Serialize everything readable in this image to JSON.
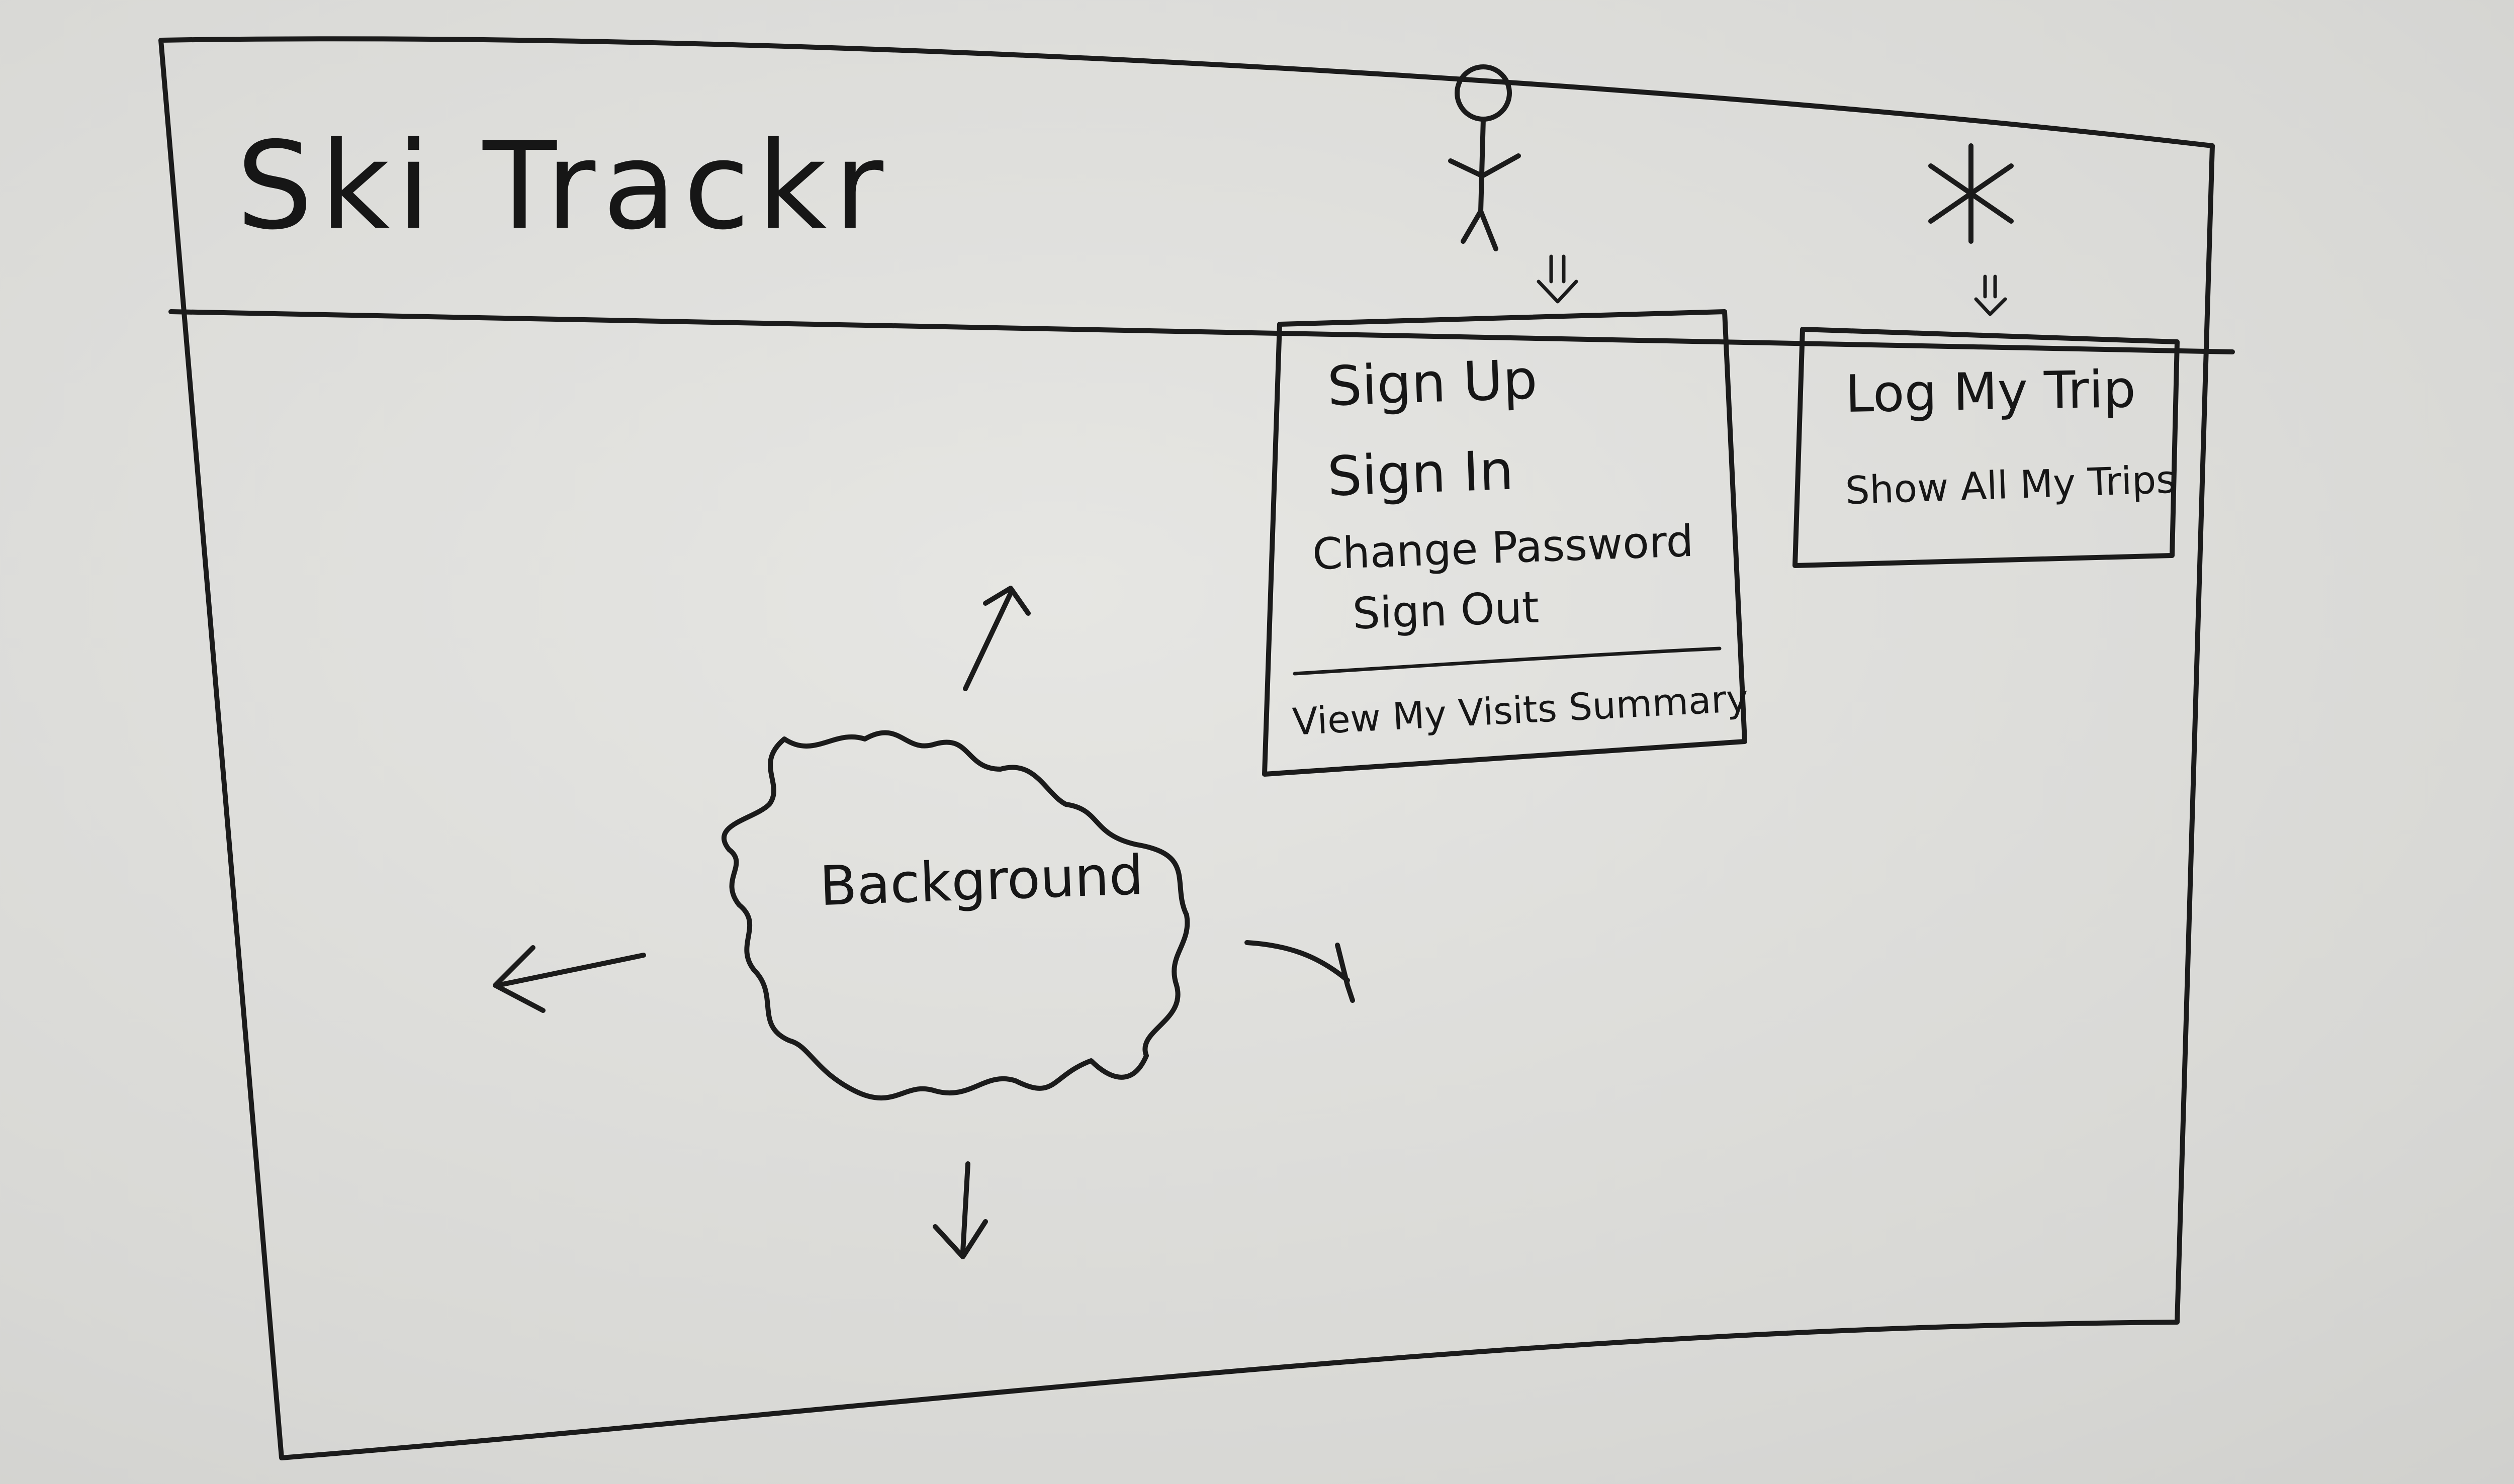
{
  "app": {
    "title": "Ski Trackr"
  },
  "header": {
    "user_icon": "stick-figure-user-icon",
    "trip_icon": "snowflake-icon"
  },
  "user_menu": {
    "items": [
      {
        "label": "Sign Up"
      },
      {
        "label": "Sign In"
      },
      {
        "label": "Change Password"
      },
      {
        "label": "Sign Out"
      }
    ],
    "footer_label": "View My Visits Summary"
  },
  "trips_menu": {
    "items": [
      {
        "label": "Log My Trip"
      },
      {
        "label": "Show All My Trips"
      }
    ]
  },
  "background": {
    "label": "Background"
  }
}
